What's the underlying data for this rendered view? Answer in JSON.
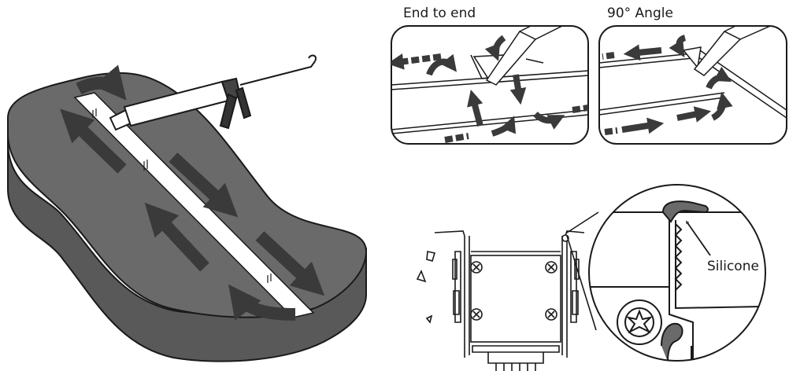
{
  "panels": {
    "end_to_end": {
      "label": "End to end"
    },
    "angle": {
      "label": "90° Angle"
    }
  },
  "callout": {
    "label": "Silicone"
  },
  "colors": {
    "surface": "#666666",
    "surface_dark": "#555555",
    "arrow": "#3f3f3f",
    "stroke": "#1a1a1a",
    "strip": "#ffffff"
  }
}
